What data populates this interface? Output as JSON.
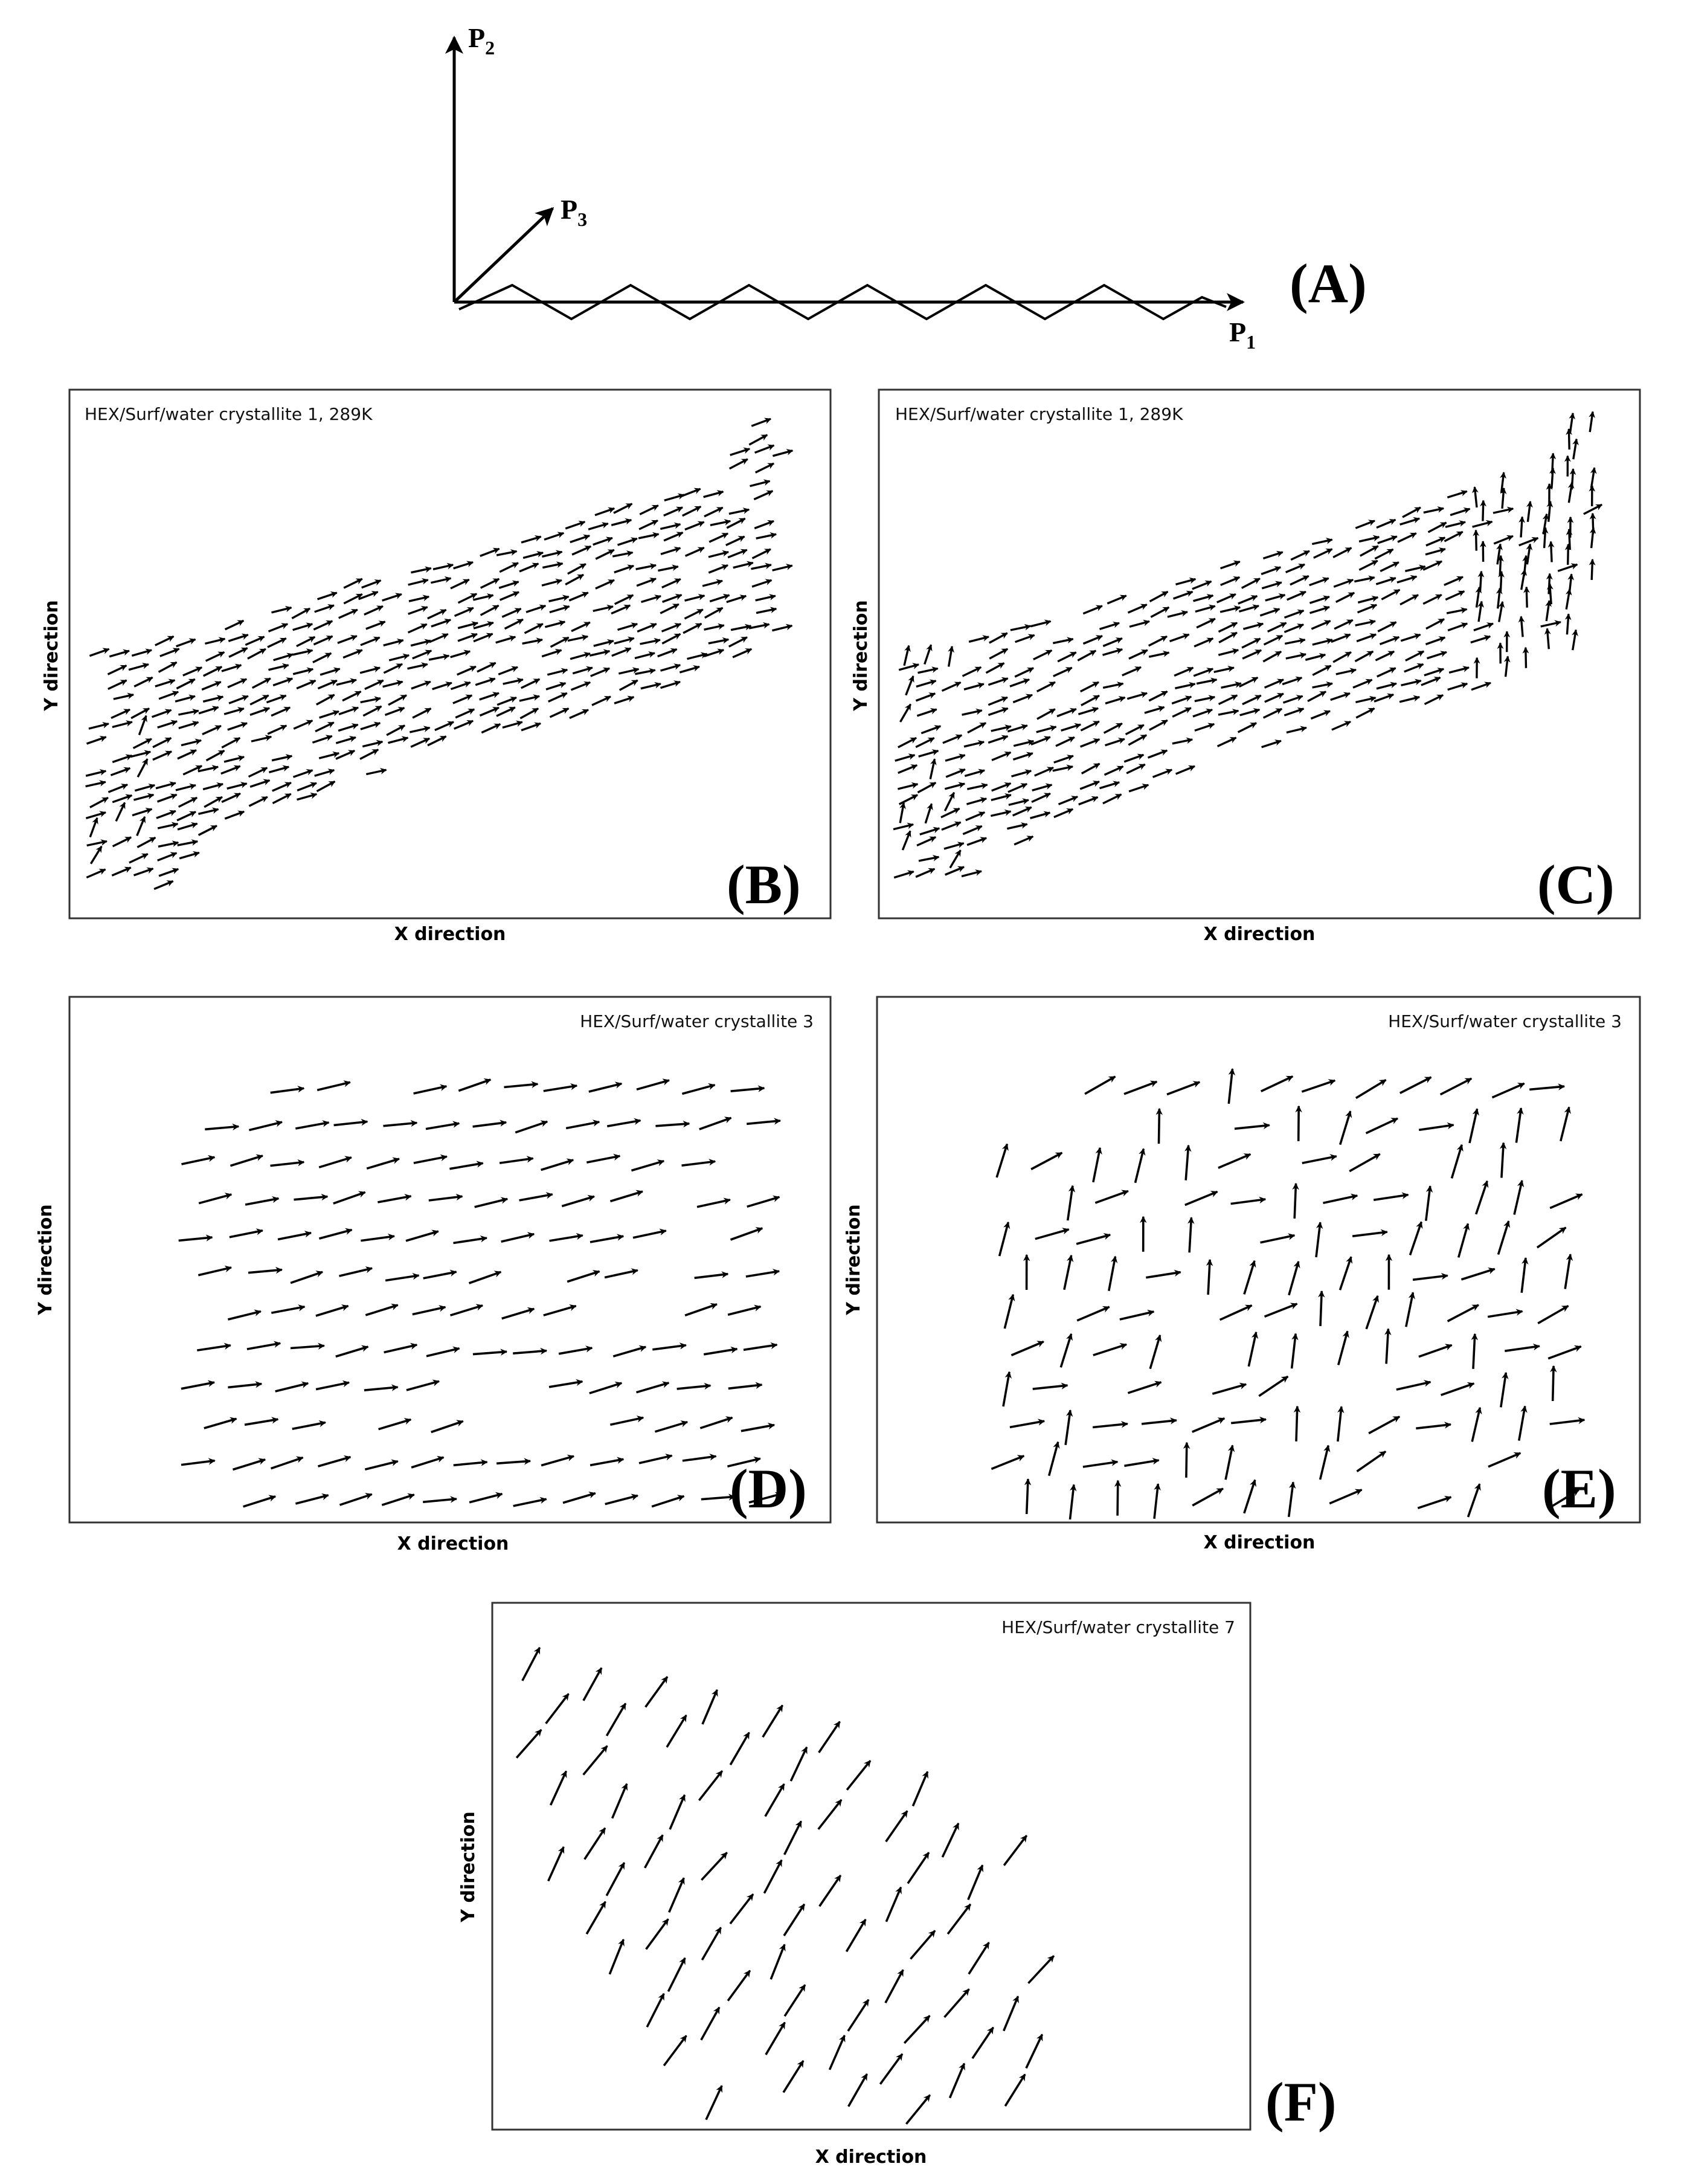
{
  "colors": {
    "ink": "#000000",
    "frame": "#333333",
    "background": "#ffffff"
  },
  "panel_a": {
    "label": "(A)",
    "vectors": [
      {
        "name": "P",
        "sub": "1"
      },
      {
        "name": "P",
        "sub": "2"
      },
      {
        "name": "P",
        "sub": "3"
      }
    ]
  },
  "panels": [
    {
      "id": "B",
      "label": "(B)",
      "title": "HEX/Surf/water crystallite 1, 289K",
      "xlabel": "X direction",
      "ylabel": "Y direction",
      "arrows": "mostly rightward (+P1)"
    },
    {
      "id": "C",
      "label": "(C)",
      "title": "HEX/Surf/water crystallite 1, 289K",
      "xlabel": "X direction",
      "ylabel": "Y direction",
      "arrows": "rightward with a vertical domain at upper right"
    },
    {
      "id": "D",
      "label": "(D)",
      "title": "HEX/Surf/water crystallite 3",
      "xlabel": "X direction",
      "ylabel": "Y direction",
      "arrows": "mostly rightward"
    },
    {
      "id": "E",
      "label": "(E)",
      "title": "HEX/Surf/water crystallite 3",
      "xlabel": "X direction",
      "ylabel": "Y direction",
      "arrows": "mixed rightward and upward"
    },
    {
      "id": "F",
      "label": "(F)",
      "title": "HEX/Surf/water crystallite 7",
      "xlabel": "X direction",
      "ylabel": "Y direction",
      "arrows": "mostly upward-right"
    }
  ]
}
